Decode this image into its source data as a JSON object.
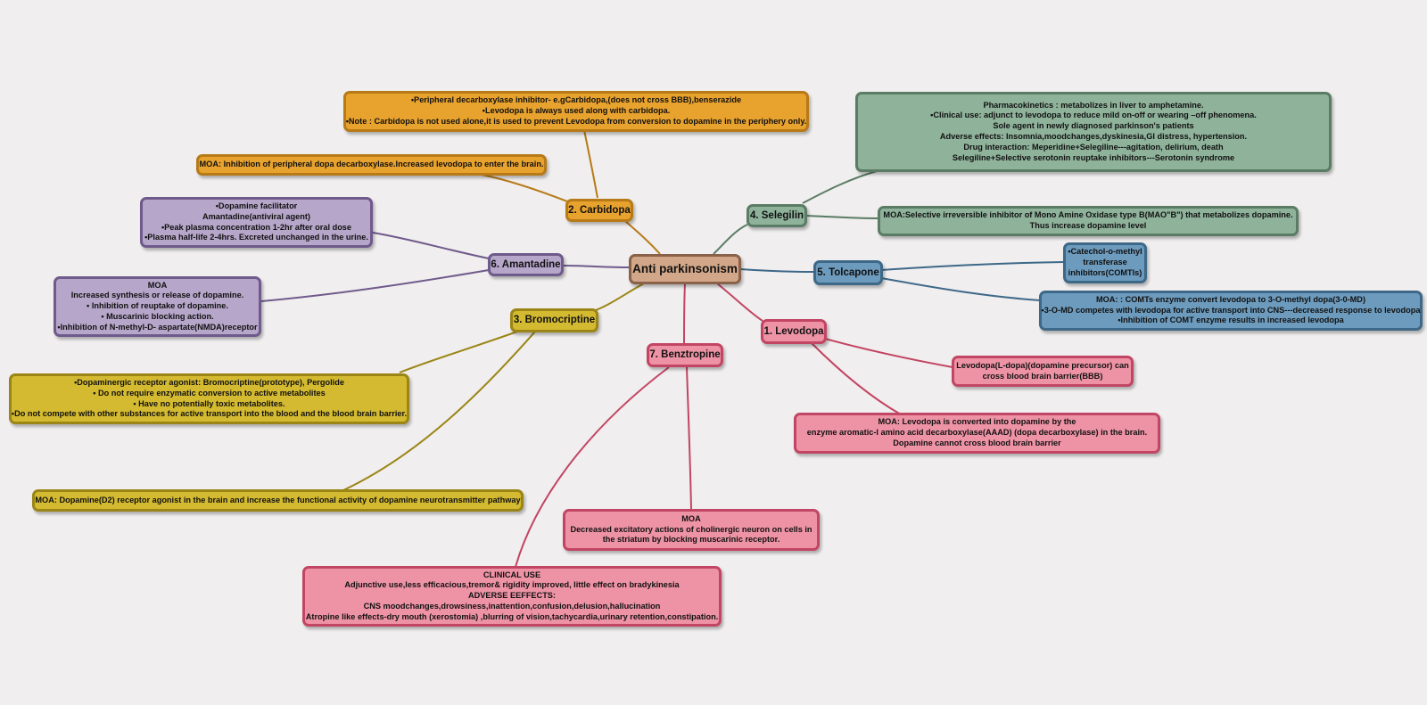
{
  "root": {
    "label": "Anti parkinsonism"
  },
  "colors": {
    "carbidopa": "#e8a22e",
    "selegilin": "#8fb29a",
    "amantadine": "#b6a6c9",
    "tolcapone": "#6d9bbd",
    "bromocriptine": "#d4ba30",
    "levodopa": "#ee93a5",
    "benztropine": "#ee93a5",
    "root": "#d2a688"
  },
  "carbidopa": {
    "label": "2. Carbidopa",
    "info": [
      "•Peripheral decarboxylase inhibitor- e.gCarbidopa,(does not cross BBB),benserazide",
      "•Levodopa is always used along with carbidopa.",
      "•Note : Carbidopa is not used alone,it is used to prevent Levodopa from conversion to dopamine in the periphery only."
    ],
    "moa": [
      "MOA: Inhibition of peripheral dopa decarboxylase.Increased levodopa to enter the brain."
    ]
  },
  "selegilin": {
    "label": "4. Selegilin",
    "info": [
      "Pharmacokinetics :  metabolizes in liver to amphetamine.",
      "•Clinical use: adjunct to levodopa to reduce mild on-off or wearing –off phenomena.",
      "Sole agent in newly diagnosed parkinson's patients",
      "Adverse effects:  Insomnia,moodchanges,dyskinesia,GI distress, hypertension.",
      "Drug interaction:  Meperidine+Selegiline---agitation, delirium, death",
      "Selegiline+Selective serotonin reuptake inhibitors---Serotonin syndrome"
    ],
    "moa": [
      "MOA:Selective  irreversible inhibitor of Mono Amine Oxidase type B(MAO\"B\")  that metabolizes dopamine.",
      "Thus increase dopamine level"
    ]
  },
  "amantadine": {
    "label": "6. Amantadine",
    "info": [
      "•Dopamine facilitator",
      "Amantadine(antiviral agent)",
      "•Peak plasma concentration 1-2hr after oral dose",
      "•Plasma half-life 2-4hrs. Excreted unchanged in the urine."
    ],
    "moa": [
      "MOA",
      "Increased synthesis or release of dopamine.",
      "• Inhibition of reuptake of dopamine.",
      "• Muscarinic blocking action.",
      "•Inhibition of N-methyl-D- aspartate(NMDA)receptor"
    ]
  },
  "tolcapone": {
    "label": "5. Tolcapone",
    "info": [
      "•Catechol-o-methyl",
      "transferase",
      "inhibitors(COMTIs)"
    ],
    "moa": [
      "MOA: : COMTs enzyme convert levodopa to 3-O-methyl dopa(3-0-MD)",
      "•3-O-MD competes with levodopa for active transport into CNS---decreased response to levodopa",
      "•Inhibition of COMT enzyme results in increased levodopa"
    ]
  },
  "bromocriptine": {
    "label": "3. Bromocriptine",
    "info": [
      "•Dopaminergic receptor agonist: Bromocriptine(prototype), Pergolide",
      "• Do not require enzymatic conversion to active metabolites",
      "• Have no potentially toxic metabolites.",
      "•Do not compete with other substances for active transport into the blood and the blood brain barrier."
    ],
    "moa": [
      "MOA: Dopamine(D2) receptor agonist in the brain and increase the functional activity of dopamine neurotransmitter pathway"
    ]
  },
  "levodopa": {
    "label": "1. Levodopa",
    "info": [
      "Levodopa(L-dopa)(dopamine precursor) can",
      "cross blood brain barrier(BBB)"
    ],
    "moa": [
      "MOA: Levodopa is converted into dopamine by the",
      "enzyme aromatic-l amino acid decarboxylase(AAAD)       (dopa decarboxylase)  in the brain.",
      "Dopamine cannot cross  blood brain barrier"
    ]
  },
  "benztropine": {
    "label": "7. Benztropine",
    "moa": [
      "MOA",
      "Decreased excitatory actions of cholinergic neuron on cells in",
      "the striatum by blocking muscarinic receptor."
    ],
    "clinical": [
      "CLINICAL USE",
      "Adjunctive use,less efficacious,tremor& rigidity improved,      little effect on bradykinesia",
      "ADVERSE  EEFFECTS:",
      "CNS moodchanges,drowsiness,inattention,confusion,delusion,hallucination",
      "Atropine like effects-dry mouth (xerostomia) ,blurring of vision,tachycardia,urinary retention,constipation."
    ]
  }
}
